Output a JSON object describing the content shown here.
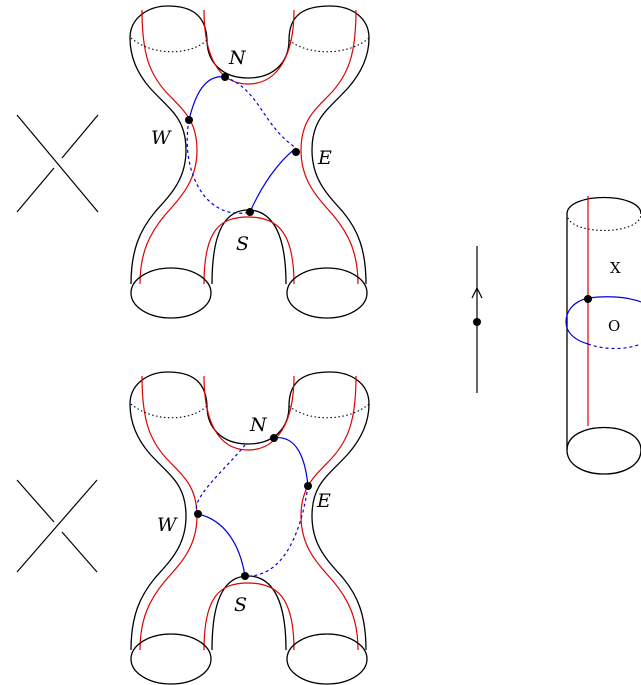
{
  "top_surface": {
    "labels": {
      "north": "N",
      "west": "W",
      "east": "E",
      "south": "S"
    }
  },
  "bottom_surface": {
    "labels": {
      "north": "N",
      "west": "W",
      "east": "E",
      "south": "S"
    }
  },
  "cylinder": {
    "labels": {
      "x_mark": "X",
      "o_mark": "O"
    }
  }
}
